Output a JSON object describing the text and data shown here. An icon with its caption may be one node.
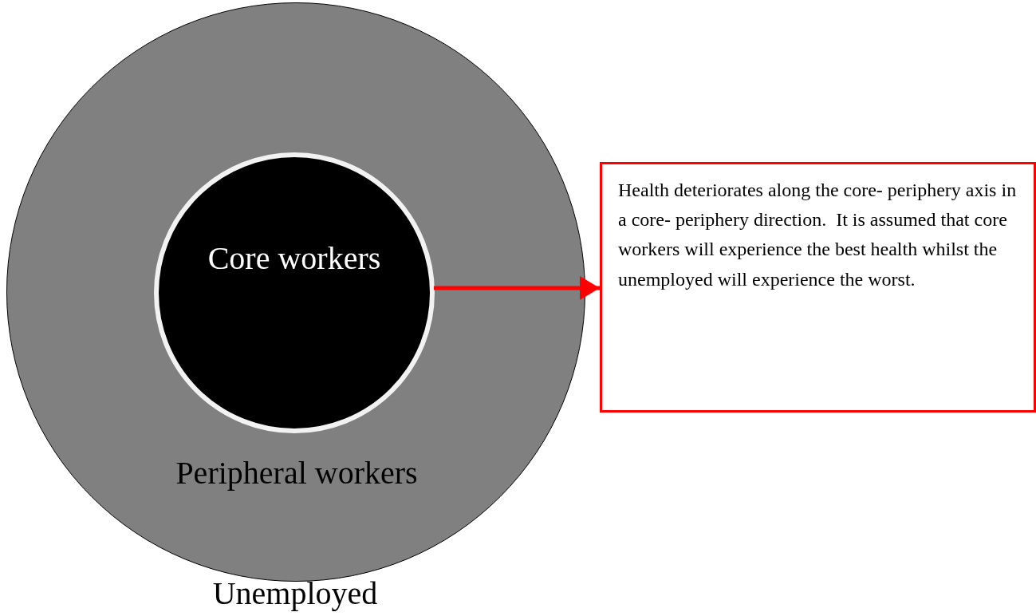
{
  "diagram": {
    "nodes": [
      {
        "text": [
          "Peripheral workers"
        ]
      },
      {
        "text": [
          "Core workers"
        ],
        "in": 0
      },
      {
        "text": [
          "Health deteriorates along the core- periphery axis in a core- periphery direction.  It is assumed that core workers will experience the best health whilst the unemployed will experience the worst."
        ]
      }
    ],
    "edges": [
      {
        "from": 1,
        "to": 2,
        "arrow": "to",
        "color": "#ff0000"
      }
    ],
    "labels": [
      "Unemployed"
    ]
  }
}
